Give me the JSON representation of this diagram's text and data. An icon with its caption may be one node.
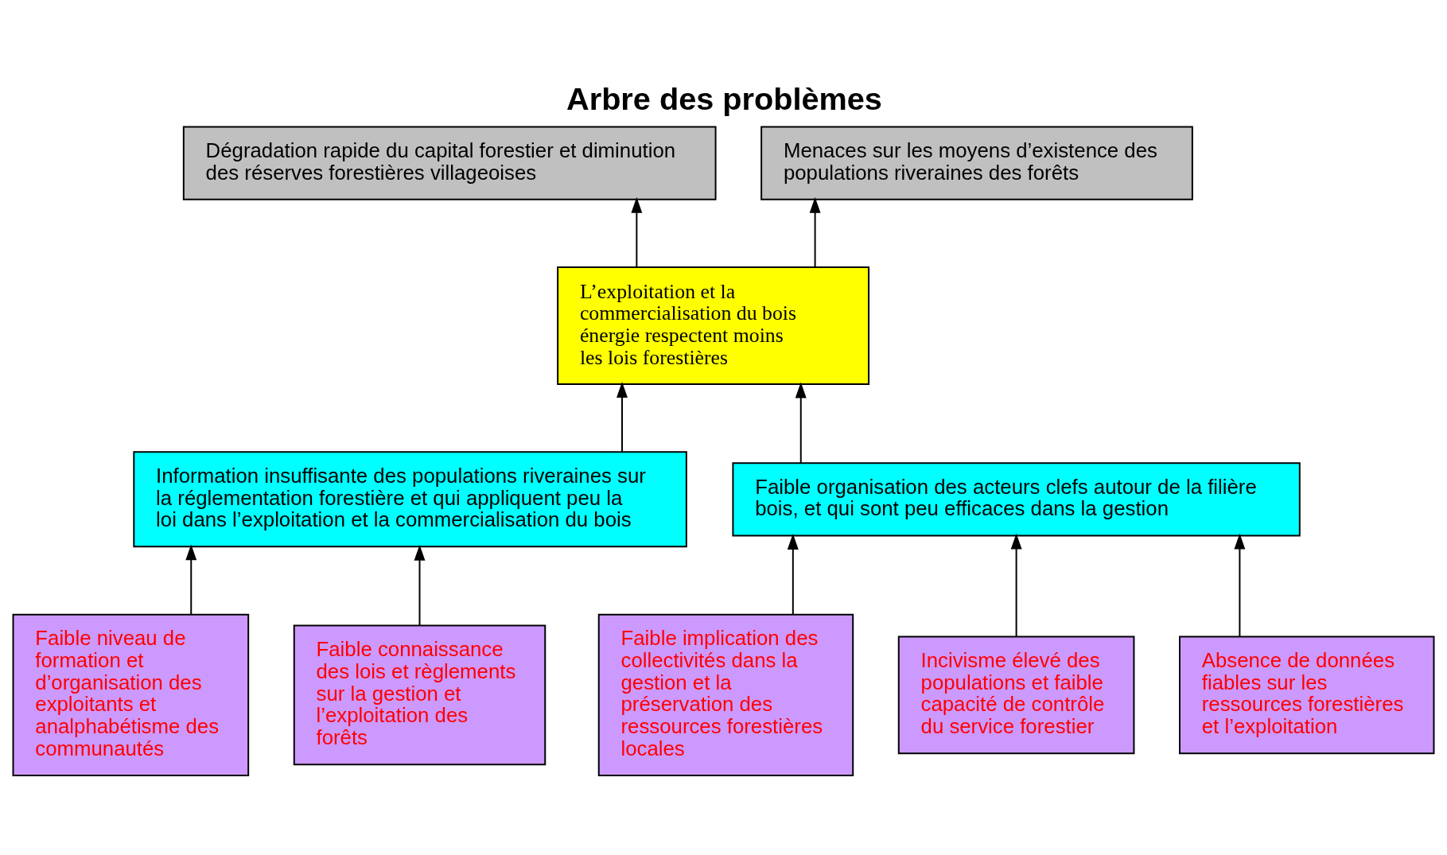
{
  "diagram": {
    "title": "Arbre des problèmes",
    "nodes": [
      {
        "text": [
          "Dégradation rapide du capital forestier et diminution des réserves forestières villageoises"
        ]
      },
      {
        "text": [
          "Menaces sur les moyens d’existence des populations riveraines des forêts"
        ]
      },
      {
        "text": [
          "L’exploitation et la commercialisation du bois énergie respectent moins les lois forestières"
        ]
      },
      {
        "text": [
          "Information insuffisante des populations riveraines sur la réglementation forestière et qui appliquent peu la loi dans l’exploitation et la commercialisation du bois"
        ]
      },
      {
        "text": [
          "Faible organisation des acteurs clefs autour de la filière bois, et qui sont peu efficaces dans la gestion"
        ]
      },
      {
        "text": [
          "Faible niveau de formation et d’organisation des exploitants et analphabétisme des communautés"
        ]
      },
      {
        "text": [
          "Faible connaissance des lois et règlements sur la gestion et l’exploitation des forêts"
        ]
      },
      {
        "text": [
          "Faible implication des collectivités dans la gestion et la préservation des ressources forestières locales"
        ]
      },
      {
        "text": [
          "Incivisme élevé des populations et faible capacité de contrôle du service forestier"
        ]
      },
      {
        "text": [
          "Absence de données fiables sur les ressources forestières et l’exploitation"
        ]
      }
    ],
    "edges": [
      {
        "from": 2,
        "to": 0,
        "arrow": "to"
      },
      {
        "from": 2,
        "to": 1,
        "arrow": "to"
      },
      {
        "from": 3,
        "to": 2,
        "arrow": "to"
      },
      {
        "from": 4,
        "to": 2,
        "arrow": "to"
      },
      {
        "from": 5,
        "to": 3,
        "arrow": "to"
      },
      {
        "from": 6,
        "to": 3,
        "arrow": "to"
      },
      {
        "from": 7,
        "to": 4,
        "arrow": "to"
      },
      {
        "from": 8,
        "to": 4,
        "arrow": "to"
      },
      {
        "from": 9,
        "to": 4,
        "arrow": "to"
      }
    ]
  }
}
